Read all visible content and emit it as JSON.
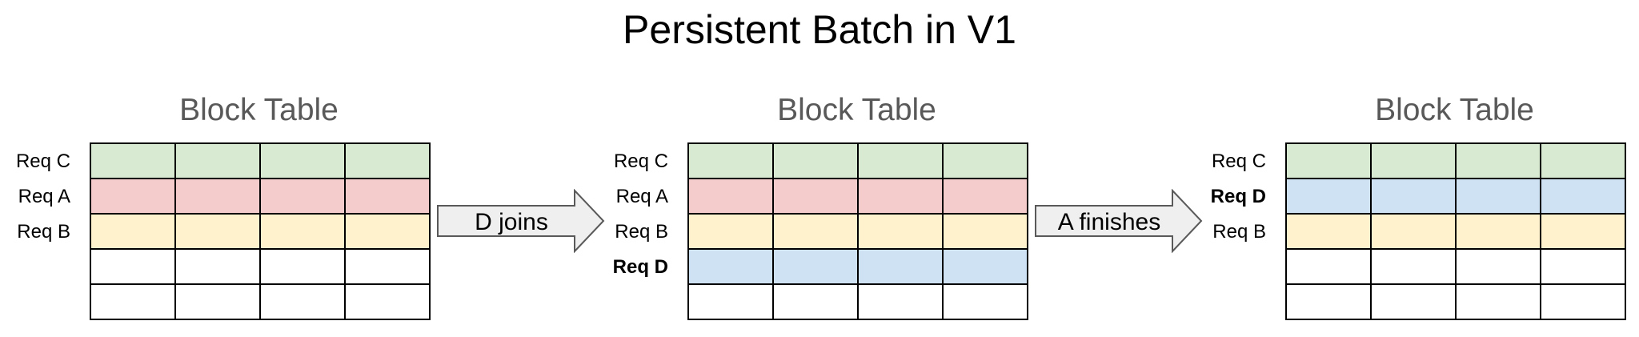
{
  "title": "Persistent Batch in V1",
  "colors": {
    "req_c": "#d9ead3",
    "req_a": "#f4cccc",
    "req_b": "#fff2cc",
    "req_d": "#cfe2f3",
    "empty": "#ffffff",
    "arrow_fill": "#efefef",
    "arrow_stroke": "#595959"
  },
  "tables": [
    {
      "title": "Block Table",
      "rows": [
        {
          "label": "Req C",
          "bold": false,
          "color": "req_c"
        },
        {
          "label": "Req A",
          "bold": false,
          "color": "req_a"
        },
        {
          "label": "Req B",
          "bold": false,
          "color": "req_b"
        },
        {
          "label": "",
          "bold": false,
          "color": "empty"
        },
        {
          "label": "",
          "bold": false,
          "color": "empty"
        }
      ]
    },
    {
      "title": "Block Table",
      "rows": [
        {
          "label": "Req C",
          "bold": false,
          "color": "req_c"
        },
        {
          "label": "Req A",
          "bold": false,
          "color": "req_a"
        },
        {
          "label": "Req B",
          "bold": false,
          "color": "req_b"
        },
        {
          "label": "Req D",
          "bold": true,
          "color": "req_d"
        },
        {
          "label": "",
          "bold": false,
          "color": "empty"
        }
      ]
    },
    {
      "title": "Block Table",
      "rows": [
        {
          "label": "Req C",
          "bold": false,
          "color": "req_c"
        },
        {
          "label": "Req D",
          "bold": true,
          "color": "req_d"
        },
        {
          "label": "Req B",
          "bold": false,
          "color": "req_b"
        },
        {
          "label": "",
          "bold": false,
          "color": "empty"
        },
        {
          "label": "",
          "bold": false,
          "color": "empty"
        }
      ]
    }
  ],
  "arrows": [
    {
      "label": "D joins"
    },
    {
      "label": "A finishes"
    }
  ]
}
